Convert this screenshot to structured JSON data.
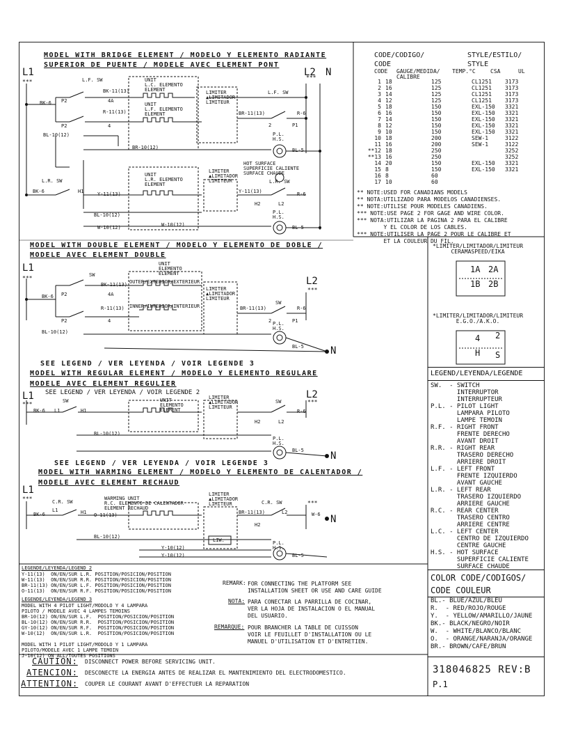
{
  "sections": {
    "bridge_title_1": "MODEL WITH BRIDGE ELEMENT / MODELO Y ELEMENTO RADIANTE",
    "bridge_title_2": "SUPERIOR DE PUENTE / MODELE AVEC ELEMENT PONT",
    "double_title_1": "MODEL WITH DOUBLE ELEMENT / MODELO Y ELEMENTO DE DOBLE /",
    "double_title_2": "MODELE AVEC ELEMENT DOUBLE",
    "regular_title_1": "MODEL WITH REGULAR ELEMENT / MODELO Y ELEMENTO REGULARE",
    "regular_title_2": "MODELE AVEC ELEMENT REGULIER",
    "warming_title_1": "MODEL WITH WARMING ELEMENT / MODELO Y ELEMENTO DE CALENTADOR /",
    "warming_title_2": "MODELE AVEC ELEMENT RECHAUD",
    "see_legend_3": "SEE LEGEND / VER LEYENDA / VOIR LEGENDE 3",
    "see_legend_2": "SEE LEGEND / VER LEYENDA / VOIR LEGENDE 2"
  },
  "diagram_labels": {
    "L1": "L1",
    "L2": "L2",
    "N": "N",
    "stars": "***",
    "lf_sw": "L.F. SW",
    "lr_sw": "L.R. SW",
    "cr_sw": "C.R. SW",
    "sw": "SW",
    "bk6": "BK-6",
    "bk11": "BK-11(13)",
    "r11": "R-11(13)",
    "br11": "BR-11(13)",
    "bl10": "BL-10(12)",
    "br10": "BR-10(12)",
    "y11": "Y-11(13)",
    "w10": "W-10(12)",
    "d11": "O-11(13)",
    "y10": "Y-10(12)",
    "r6": "R-6",
    "bl5": "BL-5",
    "w6": "W-6",
    "lc_unit": "UNIT\nL.C. ELEMENTO\nELEMENT",
    "lf_unit": "UNIT\nL.F. ELEMENTO\nELEMENT",
    "lr_unit": "UNIT\nL.R. ELEMENTO\nELEMENT",
    "unit_elem": "UNIT\nELEMENTO\nELEMENT",
    "warming_unit": "WARMING UNIT\nR.C. ELEMENTO DE CALENTADOR\nELEMENT RECHAUD",
    "limiter": "LIMITER\n▲LIMITADOR\nLIMITEUR",
    "hot_surface": "HOT SURFACE\nSUPERFICIE CALIENTE\nSURFACE CHAUDE",
    "pl_hs": "P.L.\nH.S.",
    "outer": "OUTER/EXTERIOR/EXTERIEUR",
    "inner": "INNER/INTERIOR/INTERIEUR",
    "liw": "LIW.",
    "p1": "P1",
    "p2": "P2",
    "h1": "H1",
    "h2": "H2",
    "t2": "2",
    "t4": "4",
    "t4a": "4A"
  },
  "code_table": {
    "header_1": "CODE/CODIGO/",
    "header_style": "STYLE/ESTILO/",
    "header_2": "CODE",
    "header_style2": "STYLE",
    "columns": [
      "CODE",
      "GAUGE/MEDIDA/\nCALIBRE",
      "TEMP.°C",
      "CSA",
      "UL"
    ],
    "rows": [
      [
        "1",
        "18",
        "125",
        "CL1251",
        "3173"
      ],
      [
        "2",
        "16",
        "125",
        "CL1251",
        "3173"
      ],
      [
        "3",
        "14",
        "125",
        "CL1251",
        "3173"
      ],
      [
        "4",
        "12",
        "125",
        "CL1251",
        "3173"
      ],
      [
        "5",
        "18",
        "150",
        "EXL-150",
        "3321"
      ],
      [
        "6",
        "16",
        "150",
        "EXL-150",
        "3321"
      ],
      [
        "7",
        "14",
        "150",
        "EXL-150",
        "3321"
      ],
      [
        "8",
        "12",
        "150",
        "EXL-150",
        "3321"
      ],
      [
        "9",
        "10",
        "150",
        "EXL-150",
        "3321"
      ],
      [
        "10",
        "18",
        "200",
        "SEW-1",
        "3122"
      ],
      [
        "11",
        "16",
        "200",
        "SEW-1",
        "3122"
      ],
      [
        "**12",
        "18",
        "250",
        "",
        "3252"
      ],
      [
        "**13",
        "16",
        "250",
        "",
        "3252"
      ],
      [
        "14",
        "20",
        "150",
        "EXL-150",
        "3321"
      ],
      [
        "15",
        "8",
        "150",
        "EXL-150",
        "3321"
      ],
      [
        "16",
        "8",
        "60",
        "",
        ""
      ],
      [
        "17",
        "10",
        "60",
        "",
        ""
      ]
    ],
    "notes": [
      "** NOTE:USED FOR CANADIANS MODELS",
      "** NOTA:UTILIZADO PARA MODELOS CANADIENSES.",
      "** NOTE:UTILISE POUR MODELES CANADIENS.",
      "*** NOTE:USE PAGE 2 FOR GAGE AND WIRE COLOR.",
      "*** NOTA:UTILIZAR LA PAGINA 2 PARA EL CALIBRE",
      "        Y EL COLOR DE LOS CABLES.",
      "*** NOTE:UTILISER LA PAGE 2 POUR LE CALIBRE ET",
      "        ET LA COULEUR DU FIL."
    ]
  },
  "limiter_boxes": {
    "ceramaspeed_title": "*LIMITER/LIMITADOR/LIMITEUR\nCERAMASPEED/EIKA",
    "ego_title": "*LIMITER/LIMITADOR/LIMITEUR\nE.G.O./A.K.O.",
    "t1a": "1A",
    "t2a": "2A",
    "t1b": "1B",
    "t2b": "2B",
    "t4": "4",
    "t2": "2",
    "th": "H",
    "ts": "S"
  },
  "legend": {
    "title": "LEGEND/LEYENDA/LEGENDE",
    "entries": [
      "SW.  - SWITCH",
      "       INTERRUPTOR",
      "       INTERRUPTEUR",
      "P.L. - PILOT LIGHT",
      "       LAMPARA PILOTO",
      "       LAMPE TEMOIN",
      "R.F. - RIGHT FRONT",
      "       FRENTE DERECHO",
      "       AVANT DROIT",
      "R.R. - RIGHT REAR",
      "       TRASERO DERECHO",
      "       ARRIERE DROIT",
      "L.F. - LEFT FRONT",
      "       FRENTE IZQUIERDO",
      "       AVANT GAUCHE",
      "L.R. - LEFT REAR",
      "       TRASERO IZQUIERDO",
      "       ARRIERE GAUCHE",
      "R.C. - REAR CENTER",
      "       TRASERO CENTRO",
      "       ARRIERE CENTRE",
      "L.C. - LEFT CENTER",
      "       CENTRO DE IZQUIERDO",
      "       CENTRE GAUCHE",
      "H.S. - HOT SURFACE",
      "       SUPERFICIE CALIENTE",
      "       SURFACE CHAUDE"
    ]
  },
  "color_code": {
    "title_1": "COLOR CODE/CODIGOS/",
    "title_2": "CODE COULEUR",
    "entries": [
      "BL.- BLUE/AZUL/BLEU",
      "R.  - RED/ROJO/ROUGE",
      "Y.  - YELLOW/AMARILLO/JAUNE",
      "BK.- BLACK/NEGRO/NOIR",
      "W.  - WHITE/BLANCO/BLANC",
      "O.  - ORANGE/NARANJA/ORANGE",
      "BR.- BROWN/CAFE/BRUN"
    ]
  },
  "part_number": "318046825 REV:B",
  "page": "P.1",
  "legend2": {
    "title": "LEGENDE/LEYENDA/LEGEND 2",
    "lines": [
      "Y-11(13)  ON/EN/SUR L.R. POSITION/POSICION/POSITION",
      "W-11(13)  ON/EN/SUR R.R. POSITION/POSICION/POSITION",
      "BR-11(13) ON/EN/SUR L.F. POSITION/POSICION/POSITION",
      "O-11(13)  ON/EN/SUR R.F. POSITION/POSICION/POSITION"
    ]
  },
  "legend3": {
    "title": "LEGENDE/LEYENDA/LEGEND 3",
    "lines": [
      "MODEL WITH 4 PILOT LIGHT/MODOLO Y 4 LAMPARA",
      "PILOTO / MODELE AVEC 4 LAMPES TEMOINS",
      "BR-10(12) ON/EN/SUR L.F.  POSITION/POSICION/POSITION",
      "BL-10(12) ON/EN/SUR R.R.  POSITION/POSICION/POSITION",
      "GY-10(12) ON/EN/SUR R.F.  POSITION/POSICION/POSITION",
      "W-10(12)  ON/EN/SUR L.R.  POSITION/POSICION/POSITION",
      "",
      "MODEL WITH 1 PILOT LIGHT/MODOLO Y 1 LAMPARA",
      "PILOTO/MODELE AVEC 1 LAMPE TEMOIN",
      "J-10(12) ON ALL/TOUTES POSITIONS"
    ]
  },
  "remarks": {
    "remark_label": "REMARK:",
    "remark_text": "FOR CONNECTING THE PLATFORM SEE\nINSTALLATION SHEET OR USE AND CARE GUIDE",
    "nota_label": "NOTA:",
    "nota_text": "PARA CONECTAR LA PARRILLA DE COCINAR,\nVER LA HOJA DE INSTALACION O EL MANUAL\nDEL USUARIO.",
    "remarque_label": "REMARQUE:",
    "remarque_text": "POUR BRANCHER LA TABLE DE CUISSON\nVOIR LE FEUILLET D'INSTALLATION OU LE\nMANUEL D'UTILISATION ET D'ENTRETIEN."
  },
  "caution": {
    "caution_label": "CAUTION:",
    "caution_text": "DISCONNECT POWER BEFORE SERVICING UNIT.",
    "atencion_label": "ATENCION:",
    "atencion_text": "DESCONECTE LA ENERGIA ANTES DE REALIZAR EL MANTENIMIENTO DEL ELECTRODOMESTICO.",
    "attention_label": "ATTENTION:",
    "attention_text": "COUPER LE COURANT AVANT D'EFFECTUER LA REPARATION"
  }
}
